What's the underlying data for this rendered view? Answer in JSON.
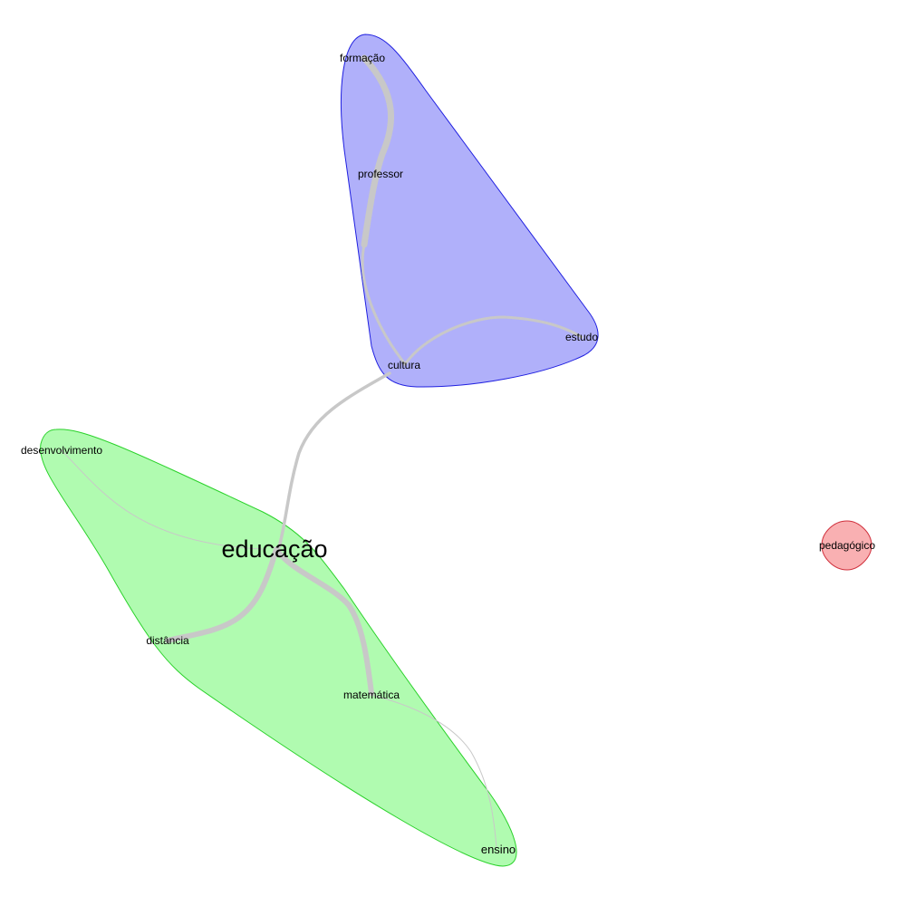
{
  "background_color": "#ffffff",
  "clusters": [
    {
      "id": "blue",
      "fill": "#b0b0fa",
      "stroke": "#2020e0"
    },
    {
      "id": "green",
      "fill": "#b0fbb0",
      "stroke": "#2ad22a"
    },
    {
      "id": "red",
      "fill": "#f9b0b2",
      "stroke": "#d0303c"
    }
  ],
  "nodes": {
    "formacao": {
      "label": "formação",
      "cluster": "blue"
    },
    "professor": {
      "label": "professor",
      "cluster": "blue"
    },
    "estudo": {
      "label": "estudo",
      "cluster": "blue"
    },
    "cultura": {
      "label": "cultura",
      "cluster": "blue"
    },
    "desenvolvimento": {
      "label": "desenvolvimento",
      "cluster": "green"
    },
    "educacao": {
      "label": "educação",
      "cluster": "green"
    },
    "distancia": {
      "label": "distância",
      "cluster": "green"
    },
    "matematica": {
      "label": "matemática",
      "cluster": "green"
    },
    "ensino": {
      "label": "ensino",
      "cluster": "green"
    },
    "pedagogico": {
      "label": "pedagógico",
      "cluster": "red"
    }
  },
  "edge_color": "#c8c8c8",
  "edges": [
    {
      "from": "formacao",
      "to": "professor",
      "weight": "strong"
    },
    {
      "from": "professor",
      "to": "cultura",
      "weight": "medium"
    },
    {
      "from": "cultura",
      "to": "estudo",
      "weight": "medium"
    },
    {
      "from": "cultura",
      "to": "educacao",
      "weight": "medium"
    },
    {
      "from": "educacao",
      "to": "distancia",
      "weight": "strong"
    },
    {
      "from": "educacao",
      "to": "matematica",
      "weight": "strong"
    },
    {
      "from": "desenvolvimento",
      "to": "educacao",
      "weight": "thin"
    },
    {
      "from": "matematica",
      "to": "ensino",
      "weight": "thin"
    }
  ]
}
